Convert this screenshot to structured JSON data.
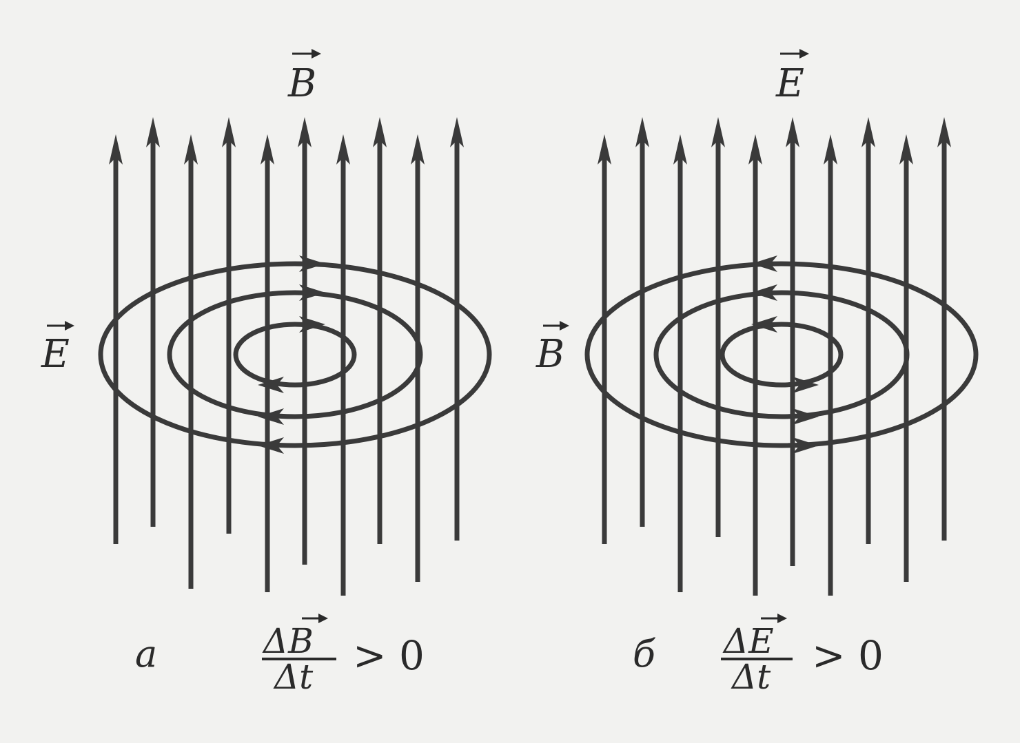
{
  "panels": [
    {
      "id": "a",
      "field_lines_label": "B",
      "loops_label": "E",
      "caption_letter": "a",
      "fraction_numerator": "ΔB",
      "fraction_denominator": "Δt",
      "inequality": "> 0",
      "loop_direction": "counterclockwise-from-top"
    },
    {
      "id": "b",
      "field_lines_label": "E",
      "loops_label": "B",
      "caption_letter": "б",
      "fraction_numerator": "ΔE",
      "fraction_denominator": "Δt",
      "inequality": "> 0",
      "loop_direction": "clockwise-from-top"
    }
  ],
  "colors": {
    "ink": "#3a3a3a",
    "paper": "#f2f2f0"
  }
}
